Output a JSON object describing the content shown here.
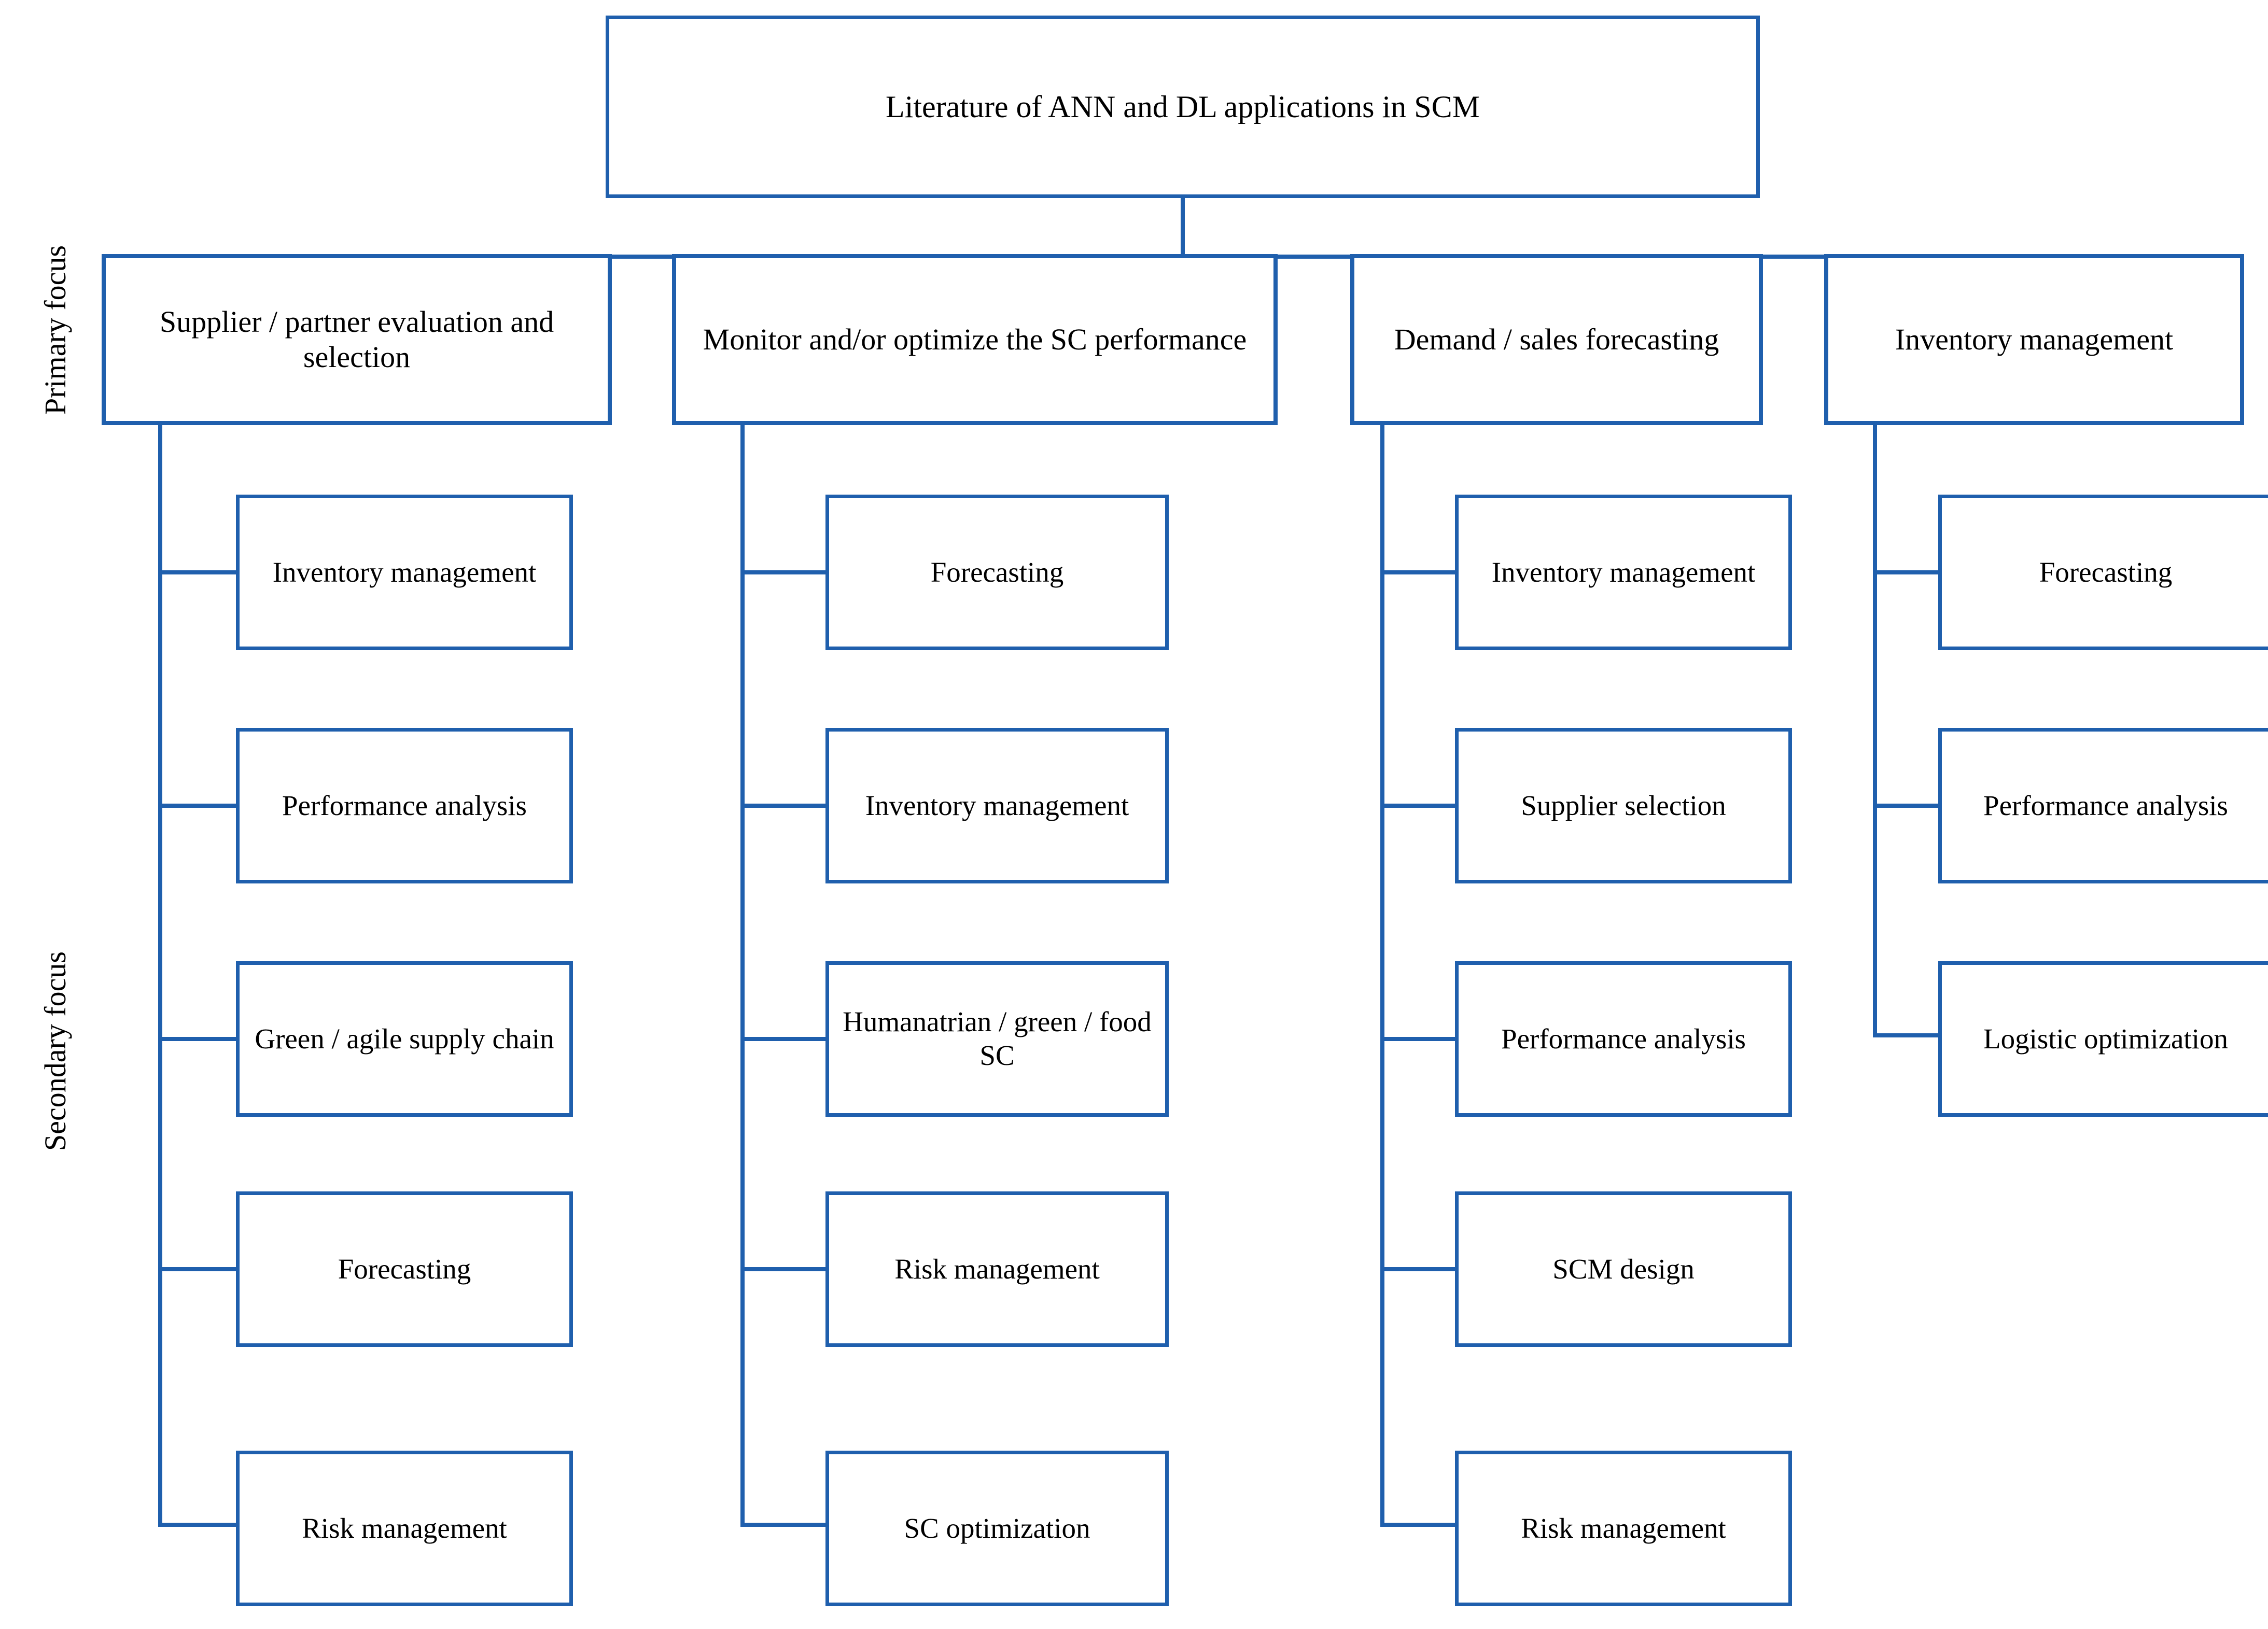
{
  "diagram": {
    "title": "Literature of ANN and DL applications in SCM",
    "accent_color": "#1f5fad",
    "text_color": "#000000",
    "background_color": "#ffffff",
    "axis_labels": {
      "primary": "Primary focus",
      "secondary": "Secondary focus"
    },
    "root": {
      "label": "Literature of ANN and DL applications in SCM"
    },
    "branches": [
      {
        "primary": "Supplier / partner evaluation and selection",
        "secondary": [
          "Inventory management",
          "Performance analysis",
          "Green / agile supply chain",
          "Forecasting",
          "Risk management"
        ]
      },
      {
        "primary": "Monitor and/or optimize the SC performance",
        "secondary": [
          "Forecasting",
          "Inventory management",
          "Humanatrian / green / food SC",
          "Risk management",
          "SC optimization"
        ]
      },
      {
        "primary": "Demand / sales forecasting",
        "secondary": [
          "Inventory management",
          "Supplier selection",
          "Performance analysis",
          "SCM design",
          "Risk management"
        ]
      },
      {
        "primary": "Inventory management",
        "secondary": [
          "Forecasting",
          "Performance analysis",
          "Logistic optimization"
        ]
      }
    ]
  }
}
